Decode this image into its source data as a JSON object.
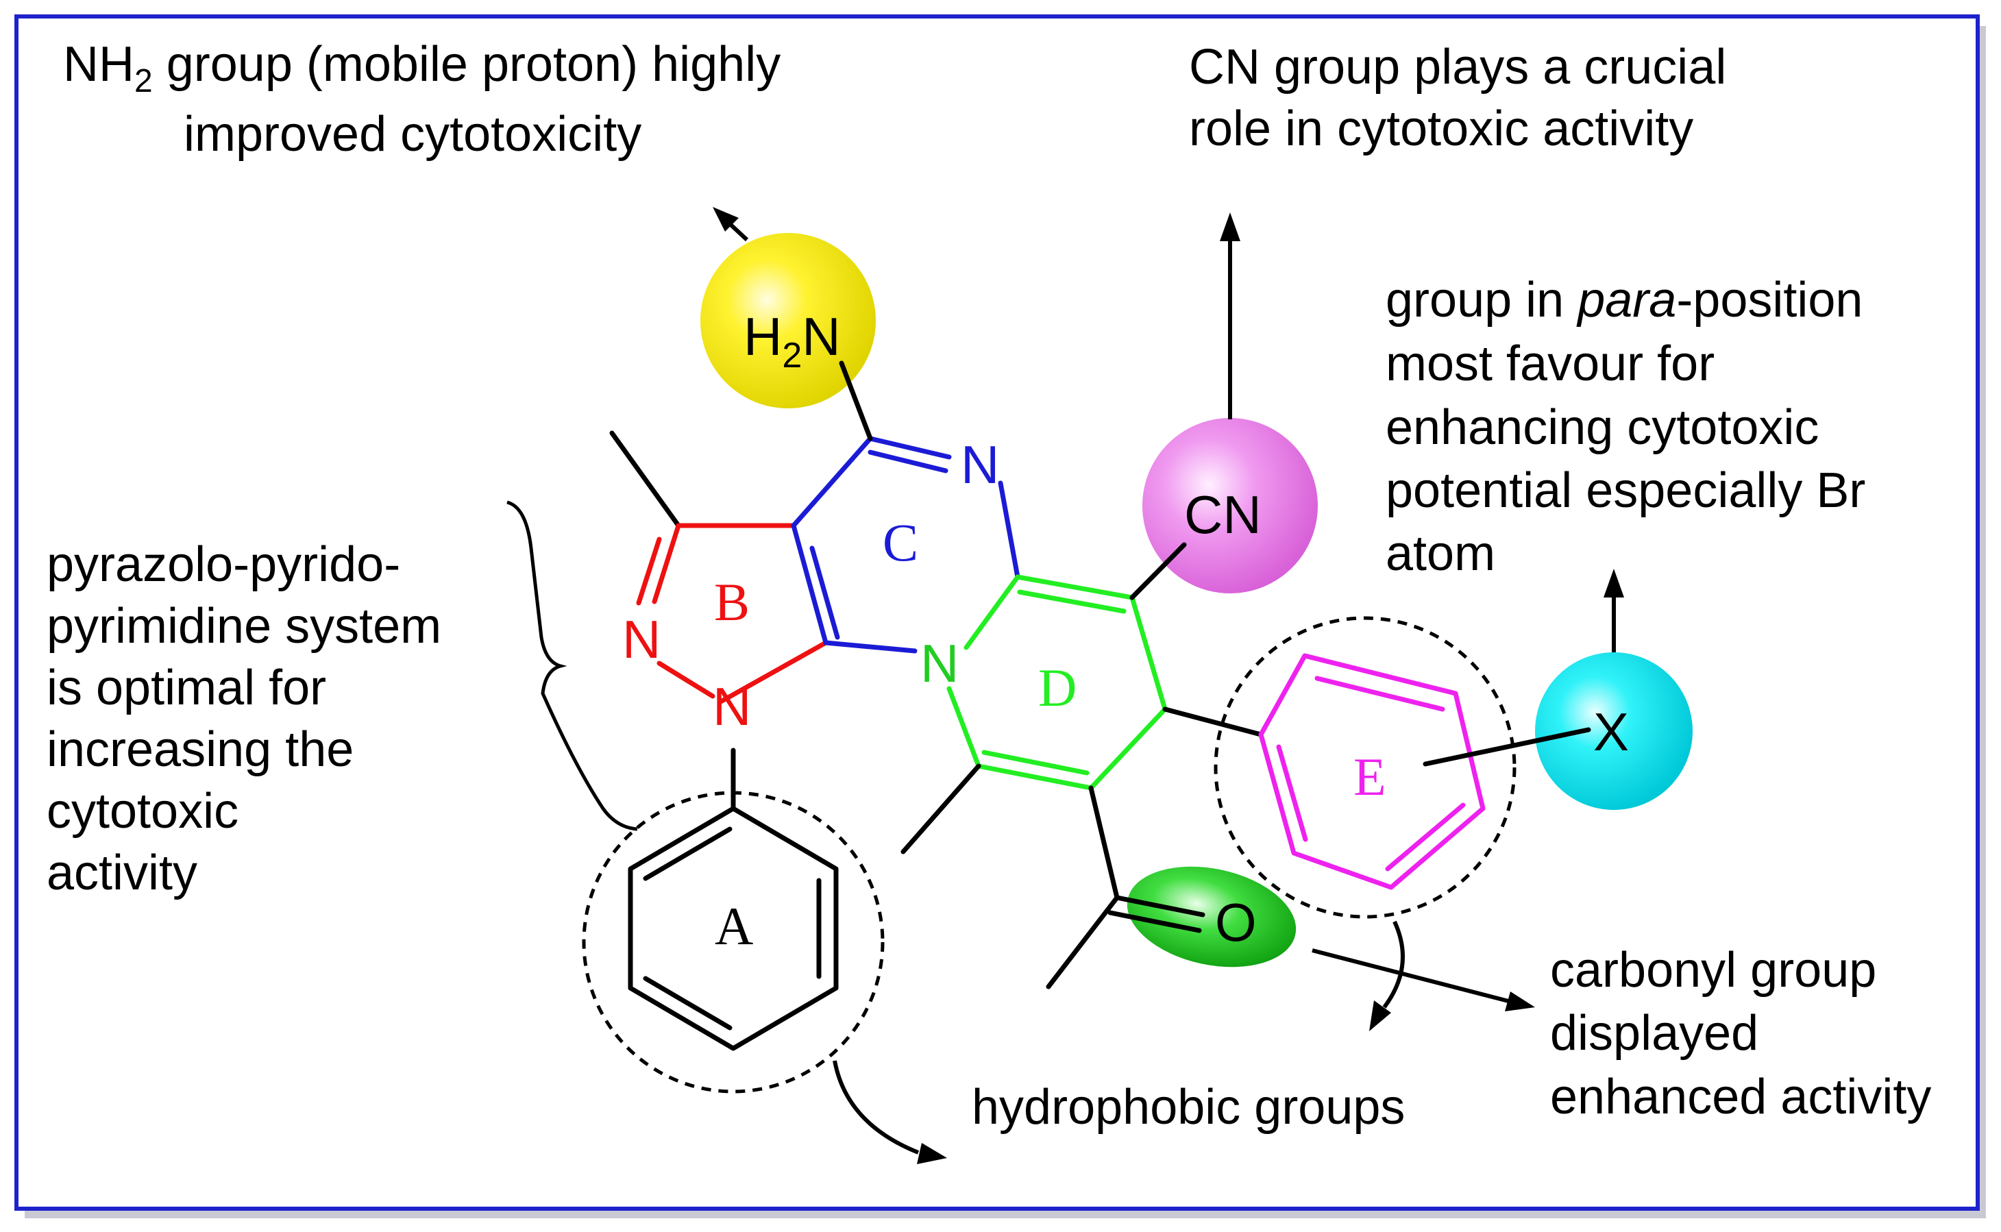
{
  "annotations": {
    "nh2_line1_prefix": "NH",
    "nh2_line1_sub": "2",
    "nh2_line1_rest": " group (mobile proton) highly",
    "nh2_line2": "improved  cytotoxicity",
    "cn_line1": "CN group plays a crucial",
    "cn_line2": "role in cytotoxic activity",
    "para_line1_pre": "group in ",
    "para_line1_ital": "para",
    "para_line1_post": "-position",
    "para_line2": "most favour for",
    "para_line3": "enhancing cytotoxic",
    "para_line4": "potential especially Br",
    "para_line5": "atom",
    "system_line1": "pyrazolo-pyrido-",
    "system_line2": "pyrimidine system",
    "system_line3": "is optimal for",
    "system_line4": "increasing the",
    "system_line5": "cytotoxic",
    "system_line6": "activity",
    "carbonyl_line1": "carbonyl group",
    "carbonyl_line2": "displayed",
    "carbonyl_line3": "enhanced activity",
    "hydrophobic": "hydrophobic groups"
  },
  "atoms": {
    "h2n_h": "H",
    "h2n_sub": "2",
    "h2n_n": "N",
    "n_ring_c": "N",
    "cn": "CN",
    "n_pyrazole_1": "N",
    "n_pyrazole_2": "N",
    "n_bridge": "N",
    "x": "X",
    "o": "O"
  },
  "rings": {
    "a": "A",
    "b": "B",
    "c": "C",
    "d": "D",
    "e": "E"
  },
  "colors": {
    "frame": "#1e22cc",
    "ring_b": "#ee1111",
    "ring_c": "#1b1bd6",
    "ring_d": "#22ee22",
    "ring_e": "#ee22ee",
    "nh2_highlight": "#f5ee00",
    "cn_highlight": "#ee88ee",
    "x_highlight": "#00eef5",
    "carbonyl_highlight": "#22cc22"
  }
}
